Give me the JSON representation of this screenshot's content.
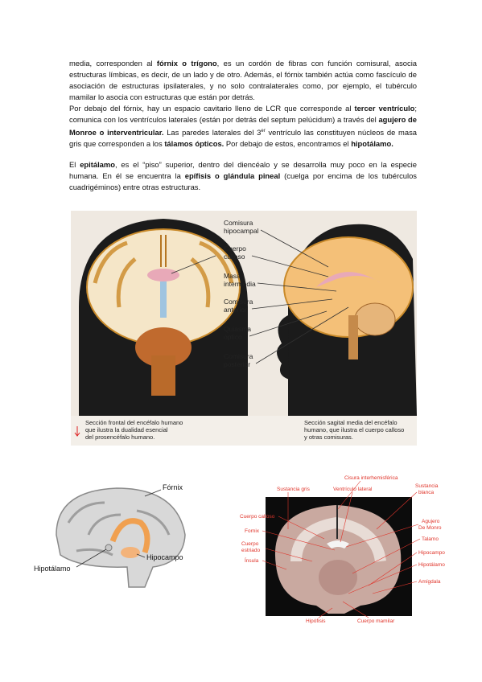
{
  "text": {
    "p1_a": "media, corresponden al ",
    "p1_b": "fórnix o trígono",
    "p1_c": ", es un cordón de fibras con función comisural, asocia estructuras límbicas, es decir, de un lado y de otro. Además, el fórnix también actúa como fascículo de asociación de estructuras ipsilaterales, y no solo contralaterales como, por ejemplo, el tubérculo mamilar lo asocia con estructuras que están por detrás.",
    "p2_a": "Por debajo del fórnix, hay un espacio cavitario lleno de LCR que corresponde al ",
    "p2_b": "tercer ventrículo",
    "p2_c": "; comunica con los ventrículos laterales (están por detrás del septum pelúcidum) a través del ",
    "p2_d": "agujero de Monroe o interventricular.",
    "p2_e": " Las paredes laterales del 3",
    "p2_sup": "er",
    "p2_f": " ventrículo las constituyen núcleos de masa gris que corresponden a los ",
    "p2_g": "tálamos ópticos.",
    "p2_h": " Por debajo de estos, encontramos el ",
    "p2_i": "hipotálamo.",
    "p3_a": "El ",
    "p3_b": "epitálamo",
    "p3_c": ", es el “piso” superior, dentro del diencéalo y se desarrolla muy poco en la especie humana. En él se encuentra la ",
    "p3_d": "epífisis o glándula pineal",
    "p3_e": " (cuelga por encima de los tubérculos cuadrigéminos) entre otras estructuras."
  },
  "figure1": {
    "labels": [
      "Comisura hipocampal",
      "Cuerpo calloso",
      "Masa intermedia",
      "Comisura anterior",
      "Quiasma óptico",
      "Comisura posterior"
    ],
    "caption_left": "Sección frontal del encéfalo humano que ilustra la dualidad esencial del prosencéfalo humano.",
    "caption_right": "Sección sagital media del encéfalo humano, que ilustra el cuerpo calloso y otras comisuras."
  },
  "figure2": {
    "labels": {
      "fornix": "Fórnix",
      "hipocampo": "Hipocampo",
      "hipotalamo": "Hipotálamo"
    }
  },
  "figure3": {
    "labels": {
      "cisura": "Cisura interhemisférica",
      "sustancia_gris": "Sustancia gris",
      "ventriculo": "Ventrículo lateral",
      "sustancia_blanca": "Sustancia blanca",
      "cuerpo_calloso": "Cuerpo calloso",
      "fornix": "Fornix",
      "cuerpo_estriado": "Cuerpo estriado",
      "insula": "Ínsula",
      "agujero": "Agujero De Monro",
      "talamo": "Talamo",
      "hipocampo": "Hipocampo",
      "hipotalamo": "Hipotálamo",
      "amigdala": "Amígdala",
      "hipofisis": "Hipófisis",
      "cuerpo_mamilar": "Cuerpo mamilar"
    },
    "label_color": "#e0352b"
  }
}
